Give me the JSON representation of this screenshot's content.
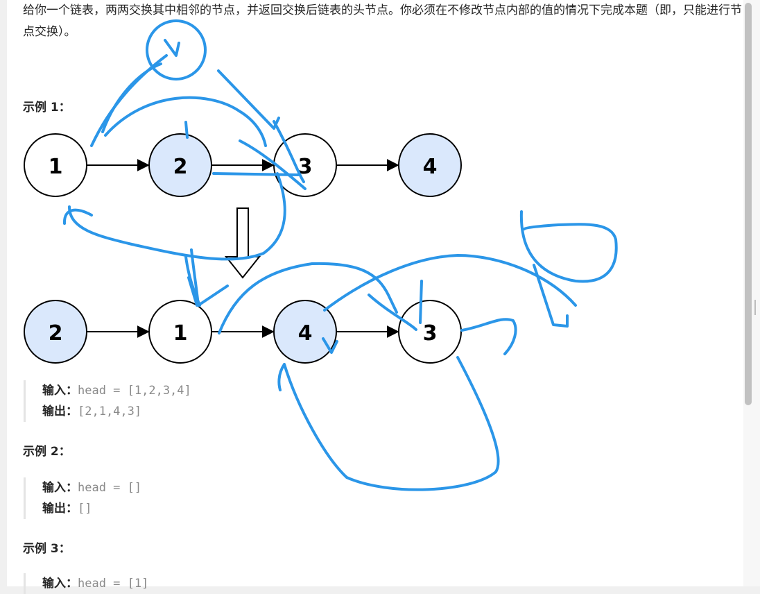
{
  "problem": {
    "description": "给你一个链表，两两交换其中相邻的节点，并返回交换后链表的头节点。你必须在不修改节点内部的值的情况下完成本题（即，只能进行节点交换）。"
  },
  "examples": [
    {
      "title": "示例 1：",
      "input_label": "输入：",
      "input_value": "head = [1,2,3,4]",
      "output_label": "输出：",
      "output_value": "[2,1,4,3]"
    },
    {
      "title": "示例 2：",
      "input_label": "输入：",
      "input_value": "head = []",
      "output_label": "输出：",
      "output_value": "[]"
    },
    {
      "title": "示例 3：",
      "input_label": "输入：",
      "input_value": "head = [1]"
    }
  ],
  "diagram": {
    "before": [
      "1",
      "2",
      "3",
      "4"
    ],
    "after": [
      "2",
      "1",
      "4",
      "3"
    ],
    "colors": {
      "highlight_fill": "#dae8fc",
      "plain_fill": "#ffffff",
      "stroke": "#000000",
      "annotation": "#2b96e8"
    }
  }
}
